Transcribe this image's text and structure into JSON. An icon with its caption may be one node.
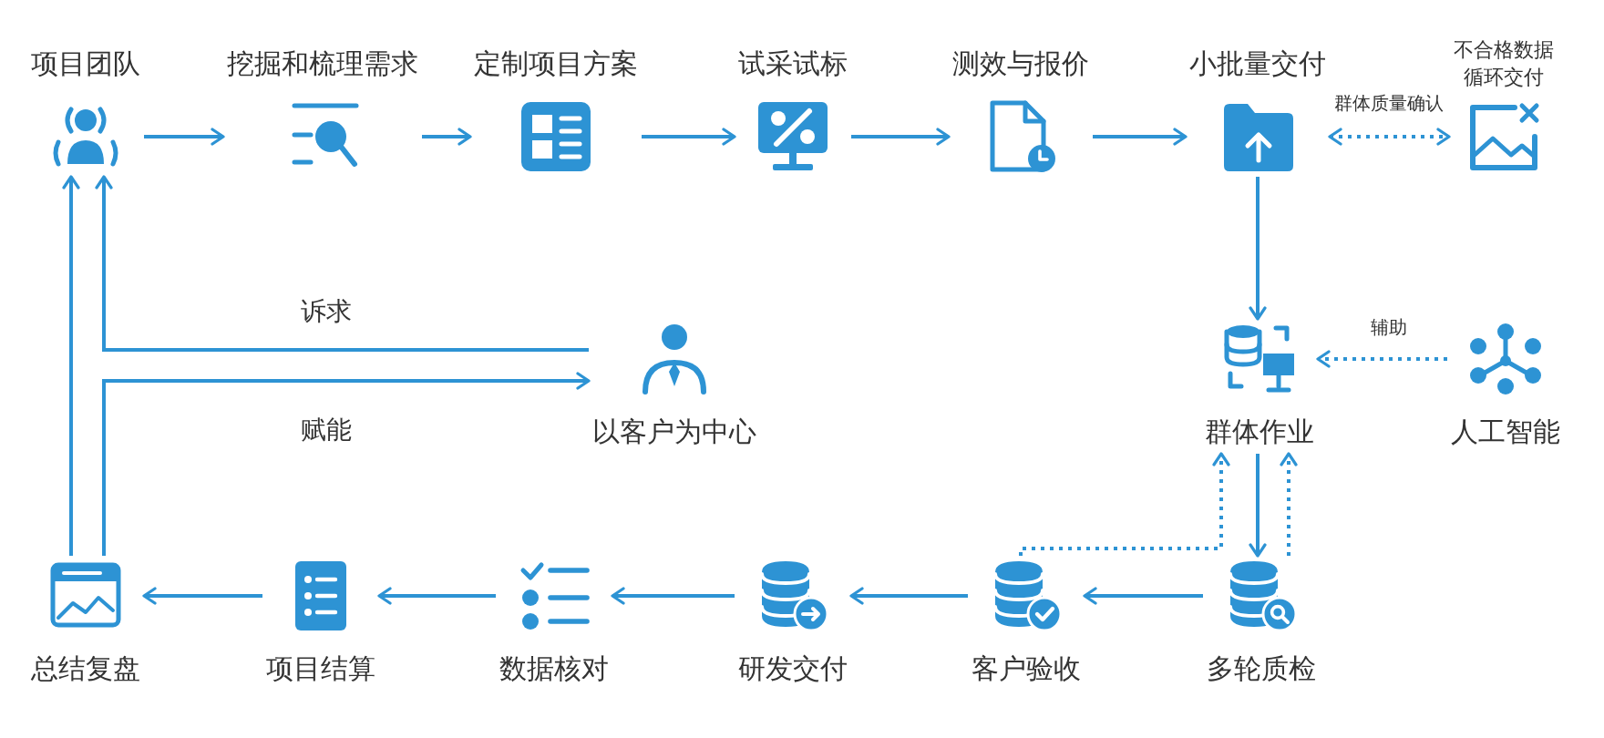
{
  "diagram": {
    "nodes": [
      {
        "text": [
          "项目团队"
        ]
      },
      {
        "text": [
          "挖掘和梳理需求"
        ]
      },
      {
        "text": [
          "定制项目方案"
        ]
      },
      {
        "text": [
          "试采试标"
        ]
      },
      {
        "text": [
          "测效与报价"
        ]
      },
      {
        "text": [
          "小批量交付"
        ]
      },
      {
        "text": [
          "不合格数据循环交付"
        ]
      },
      {
        "text": [
          "以客户为中心"
        ]
      },
      {
        "text": [
          "群体作业"
        ]
      },
      {
        "text": [
          "人工智能"
        ]
      },
      {
        "text": [
          "总结复盘"
        ]
      },
      {
        "text": [
          "项目结算"
        ]
      },
      {
        "text": [
          "数据核对"
        ]
      },
      {
        "text": [
          "研发交付"
        ]
      },
      {
        "text": [
          "客户验收"
        ]
      },
      {
        "text": [
          "多轮质检"
        ]
      }
    ],
    "edges": [
      {
        "from": 0,
        "to": 1,
        "arrow": "to"
      },
      {
        "from": 1,
        "to": 2,
        "arrow": "to"
      },
      {
        "from": 2,
        "to": 3,
        "arrow": "to"
      },
      {
        "from": 3,
        "to": 4,
        "arrow": "to"
      },
      {
        "from": 4,
        "to": 5,
        "arrow": "to"
      },
      {
        "from": 5,
        "to": 6,
        "arrow": "both",
        "label": "群体质量确认",
        "style": "dashed"
      },
      {
        "from": 5,
        "to": 8,
        "arrow": "to"
      },
      {
        "from": 9,
        "to": 8,
        "arrow": "to",
        "label": "辅助",
        "style": "dashed"
      },
      {
        "from": 8,
        "to": 15,
        "arrow": "to"
      },
      {
        "from": 15,
        "to": 8,
        "arrow": "to",
        "style": "dashed"
      },
      {
        "from": 14,
        "to": 8,
        "arrow": "to",
        "style": "dashed"
      },
      {
        "from": 15,
        "to": 14,
        "arrow": "to"
      },
      {
        "from": 14,
        "to": 13,
        "arrow": "to"
      },
      {
        "from": 13,
        "to": 12,
        "arrow": "to"
      },
      {
        "from": 12,
        "to": 11,
        "arrow": "to"
      },
      {
        "from": 11,
        "to": 10,
        "arrow": "to"
      },
      {
        "from": 10,
        "to": 0,
        "arrow": "to"
      },
      {
        "from": 7,
        "to": 0,
        "arrow": "to",
        "label": "诉求"
      },
      {
        "from": 10,
        "to": 7,
        "arrow": "to",
        "label": "赋能"
      }
    ]
  }
}
